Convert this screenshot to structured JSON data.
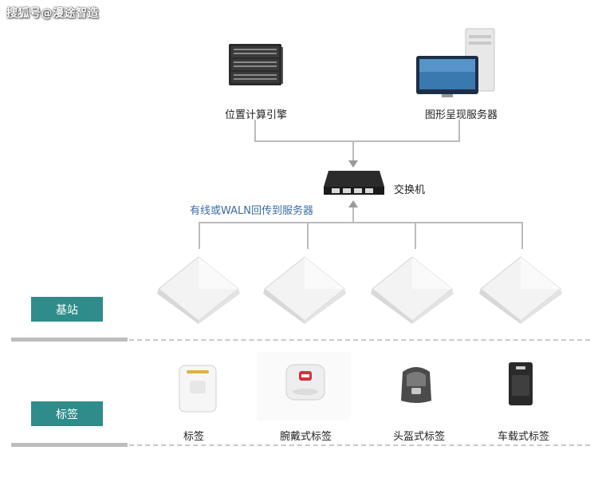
{
  "watermark": "搜狐号@漫途智造",
  "nodes": {
    "engine": "位置计算引擎",
    "render_server": "图形呈现服务器",
    "switch": "交换机",
    "uplink": "有线或WALN回传到服务器"
  },
  "rows": {
    "base_station": "基站",
    "tag": "标签"
  },
  "tags": [
    {
      "label": "标签"
    },
    {
      "label": "腕戴式标签"
    },
    {
      "label": "头盔式标签"
    },
    {
      "label": "车载式标签"
    }
  ],
  "colors": {
    "band": "#2e8c8a",
    "uplink_text": "#3d6aa8",
    "line": "#bbbbbb"
  }
}
